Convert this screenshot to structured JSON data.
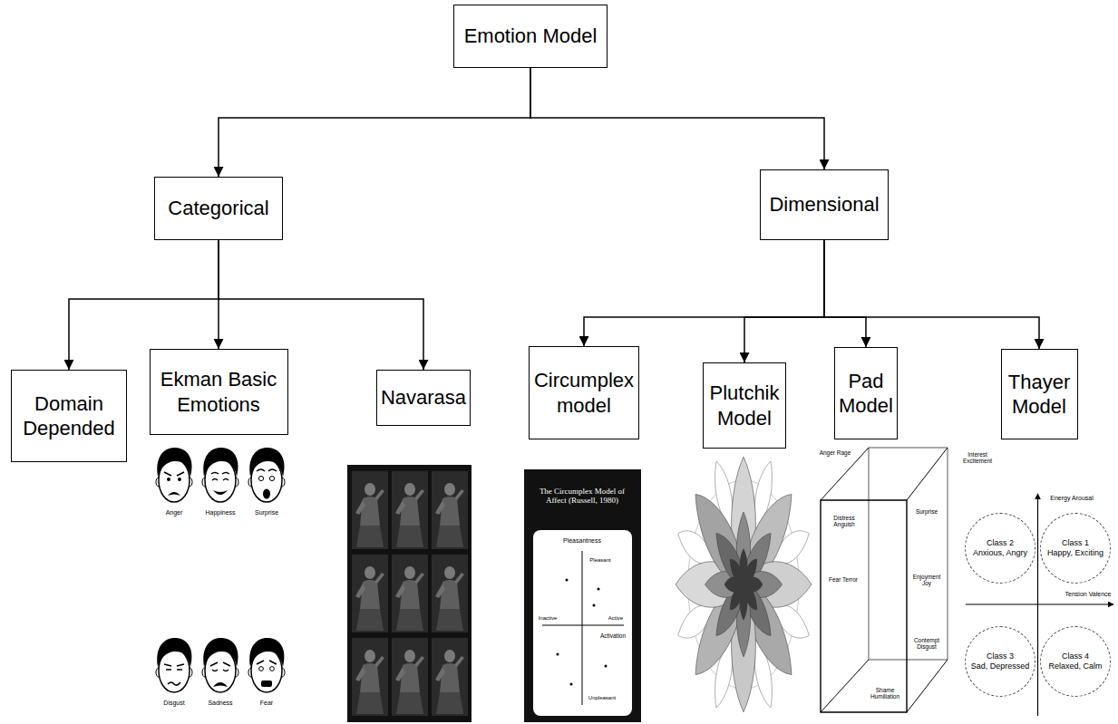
{
  "diagram": {
    "nodes": [
      {
        "text": [
          "Emotion Model"
        ]
      },
      {
        "text": [
          "Categorical"
        ]
      },
      {
        "text": [
          "Dimensional"
        ]
      },
      {
        "text": [
          "Domain Depended"
        ]
      },
      {
        "text": [
          "Ekman Basic Emotions"
        ]
      },
      {
        "text": [
          "Navarasa"
        ]
      },
      {
        "text": [
          "Circumplex model"
        ]
      },
      {
        "text": [
          "Plutchik Model"
        ]
      },
      {
        "text": [
          "Pad Model"
        ]
      },
      {
        "text": [
          "Thayer Model"
        ]
      },
      {
        "text": [
          "Class 2",
          "Anxious, Angry"
        ]
      },
      {
        "text": [
          "Class 1",
          "Happy, Exciting"
        ]
      },
      {
        "text": [
          "Class 3",
          "Sad, Depressed"
        ]
      },
      {
        "text": [
          "Class 4",
          "Relaxed, Calm"
        ]
      }
    ],
    "edges": [
      {
        "from": 0,
        "to": 1,
        "arrow": "to"
      },
      {
        "from": 0,
        "to": 2,
        "arrow": "to"
      },
      {
        "from": 1,
        "to": 3,
        "arrow": "to"
      },
      {
        "from": 1,
        "to": 4,
        "arrow": "to"
      },
      {
        "from": 1,
        "to": 5,
        "arrow": "to"
      },
      {
        "from": 2,
        "to": 6,
        "arrow": "to"
      },
      {
        "from": 2,
        "to": 7,
        "arrow": "to"
      },
      {
        "from": 2,
        "to": 8,
        "arrow": "to"
      },
      {
        "from": 2,
        "to": 9,
        "arrow": "to"
      }
    ],
    "labels": [
      "Anger",
      "Happiness",
      "Surprise",
      "Disgust",
      "Sadness",
      "Fear",
      "The Circumplex Model of Affect (Russell, 1980)",
      "Pleasantness",
      "Pleasant",
      "Activation",
      "Inactive",
      "Active",
      "Unpleasant",
      "Energy Arousal",
      "Tension Valence",
      "Anger Rage",
      "Interest Excitement",
      "Distress Anguish",
      "Surprise",
      "Fear Terror",
      "Enjoyment Joy",
      "Shame Humiliation",
      "Contempt Disgust"
    ]
  }
}
